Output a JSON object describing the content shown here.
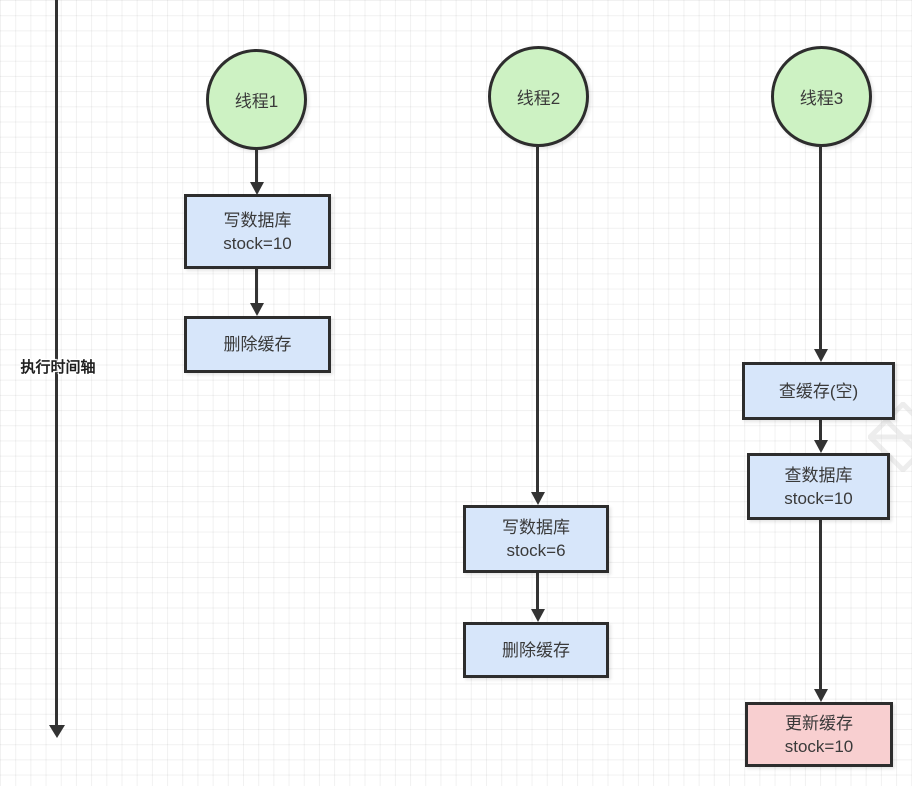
{
  "diagram": {
    "timeline_label": "执行时间轴",
    "threads": [
      {
        "name": "线程1",
        "steps": [
          {
            "line1": "写数据库",
            "line2": "stock=10"
          },
          {
            "line1": "删除缓存",
            "line2": ""
          }
        ]
      },
      {
        "name": "线程2",
        "steps": [
          {
            "line1": "写数据库",
            "line2": "stock=6"
          },
          {
            "line1": "删除缓存",
            "line2": ""
          }
        ]
      },
      {
        "name": "线程3",
        "steps": [
          {
            "line1": "查缓存(空)",
            "line2": ""
          },
          {
            "line1": "查数据库",
            "line2": "stock=10"
          },
          {
            "line1": "更新缓存",
            "line2": "stock=10"
          }
        ]
      }
    ],
    "colors": {
      "thread_circle_fill": "#cdf2c3",
      "step_box_fill_blue": "#d7e6fa",
      "step_box_fill_pink": "#f8cfd0",
      "shape_border": "#2d2d2d",
      "arrow": "#333333",
      "grid_line": "#efefef",
      "watermark": "#d9d9d9"
    }
  }
}
